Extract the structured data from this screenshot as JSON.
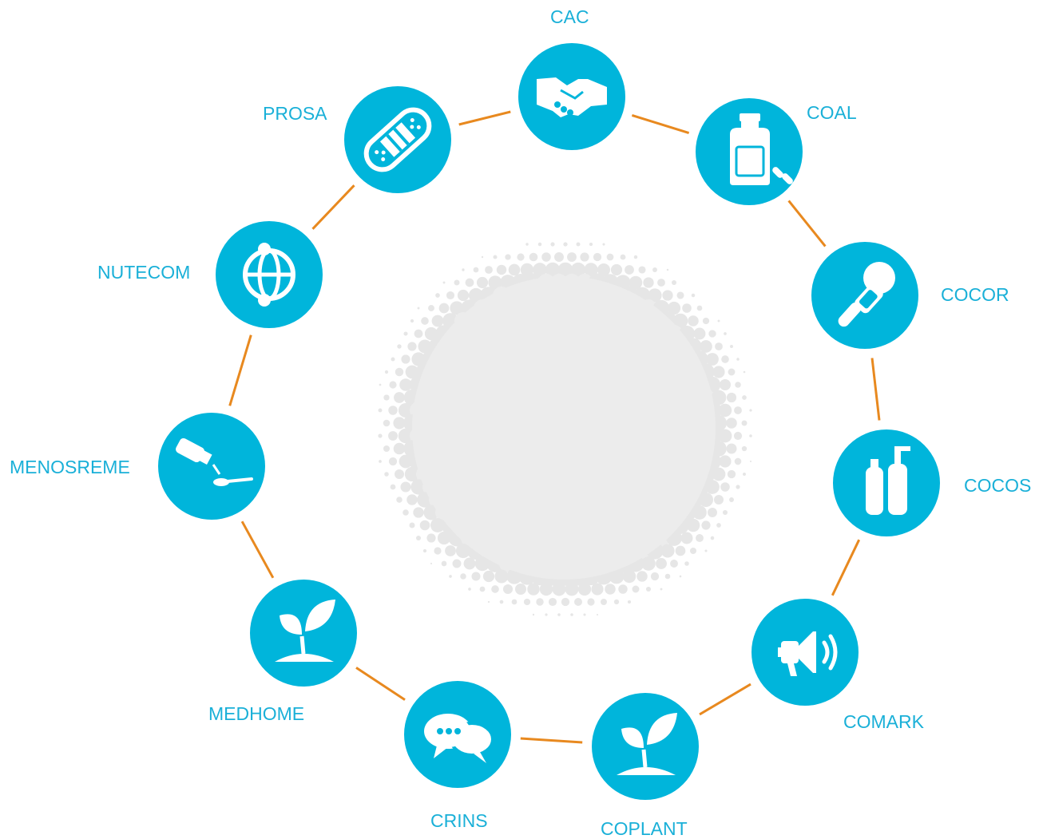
{
  "colors": {
    "node": "#00b5db",
    "connector": "#e8891f",
    "label": "#1ab0d8",
    "center": "#ececec"
  },
  "nodes": [
    {
      "label": "CAC",
      "icon": "handshake-icon"
    },
    {
      "label": "COAL",
      "icon": "medicine-bottle-icon"
    },
    {
      "label": "COCOR",
      "icon": "microphone-icon"
    },
    {
      "label": "COCOS",
      "icon": "cosmetic-bottles-icon"
    },
    {
      "label": "COMARK",
      "icon": "megaphone-icon"
    },
    {
      "label": "COPLANT",
      "icon": "sprout-icon"
    },
    {
      "label": "CRINS",
      "icon": "chat-bubbles-icon"
    },
    {
      "label": "MEDHOME",
      "icon": "sprout-icon"
    },
    {
      "label": "MENOSREME",
      "icon": "syrup-spoon-icon"
    },
    {
      "label": "NUTECOM",
      "icon": "globe-connect-icon"
    },
    {
      "label": "PROSA",
      "icon": "bandage-icon"
    }
  ]
}
